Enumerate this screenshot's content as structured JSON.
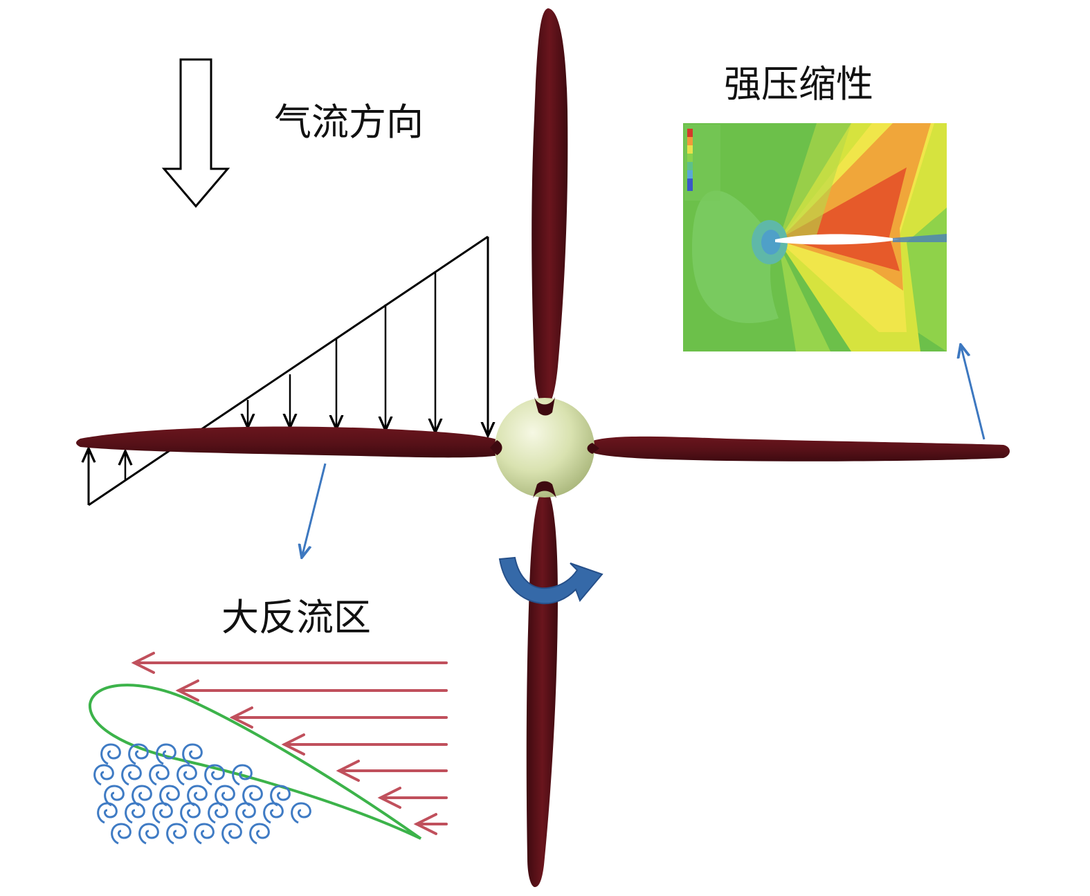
{
  "labels": {
    "airflow_direction": "气流方向",
    "strong_compressibility": "强压缩性",
    "large_reverse_flow_zone": "大反流区"
  },
  "icons": {
    "airflow_arrow": "down-arrow-icon",
    "rotation": "curved-rotation-arrow-icon",
    "vortex": "spiral-vortex-icon"
  },
  "colors": {
    "blade": "#5a1118",
    "hub": "#d9e2b0",
    "pointer": "#3d78c0",
    "reverse_flow_arrow": "#c0505c",
    "airfoil_outline": "#3cb34a",
    "vortex": "#3f7bc4",
    "contour_background": "#6cc04a"
  }
}
